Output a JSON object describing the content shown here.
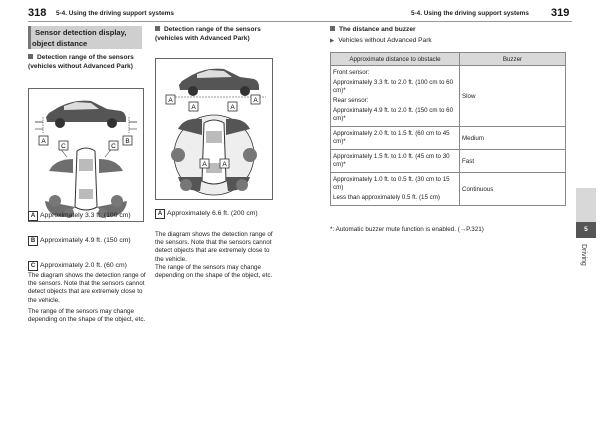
{
  "header": {
    "left_page": "318",
    "left_running": "5-4. Using the driving support systems",
    "right_running": "5-4. Using the driving support systems",
    "right_page": "319"
  },
  "col1": {
    "section_title": "Sensor detection display, object distance",
    "subheading": "Detection range of the sensors (vehicles without Advanced Park)",
    "distances": [
      {
        "label": "A",
        "text": "Approximately 3.3 ft. (100 cm)"
      },
      {
        "label": "B",
        "text": "Approximately 4.9 ft. (150 cm)"
      },
      {
        "label": "C",
        "text": "Approximately 2.0 ft. (60 cm)"
      }
    ],
    "note1": "The diagram shows the detection range of the sensors. Note that the sensors cannot detect objects that are extremely close to the vehicle.",
    "note2": "The range of the sensors may change depending on the shape of the object, etc."
  },
  "col2": {
    "subheading": "Detection range of the sensors (vehicles with Advanced Park)",
    "distances": [
      {
        "label": "A",
        "text": "Approximately 6.6 ft. (200 cm)"
      }
    ],
    "note1": "The diagram shows the detection range of the sensors. Note that the sensors cannot detect objects that are extremely close to the vehicle.",
    "note2": "The range of the sensors may change depending on the shape of the object, etc."
  },
  "col3": {
    "subheading": "The distance and buzzer",
    "arrow_item": "Vehicles without Advanced Park",
    "table": {
      "headers": [
        "Approximate distance to obstacle",
        "Buzzer"
      ],
      "rows": [
        {
          "distance": [
            "Front sensor:",
            "Approximately 3.3 ft. to 2.0 ft. (100 cm to 60 cm)*",
            "Rear sensor:",
            "Approximately 4.9 ft. to 2.0 ft. (150 cm to 60 cm)*"
          ],
          "buzzer": "Slow"
        },
        {
          "distance": [
            "Approximately 2.0 ft. to 1.5 ft. (60 cm to 45 cm)*"
          ],
          "buzzer": "Medium"
        },
        {
          "distance": [
            "Approximately 1.5 ft. to 1.0 ft. (45 cm to 30 cm)*"
          ],
          "buzzer": "Fast"
        },
        {
          "distance": [
            "Approximately 1.0 ft. to 0.5 ft. (30 cm to 15 cm)",
            "Less than approximately 0.5 ft. (15 cm)"
          ],
          "buzzer": "Continuous"
        }
      ]
    },
    "footnote": "*: Automatic buzzer mute function is enabled. (→P.321)"
  },
  "side_tab": {
    "number": "5",
    "label": "Driving"
  },
  "figure_labels": {
    "a": "A",
    "b": "B",
    "c": "C"
  }
}
